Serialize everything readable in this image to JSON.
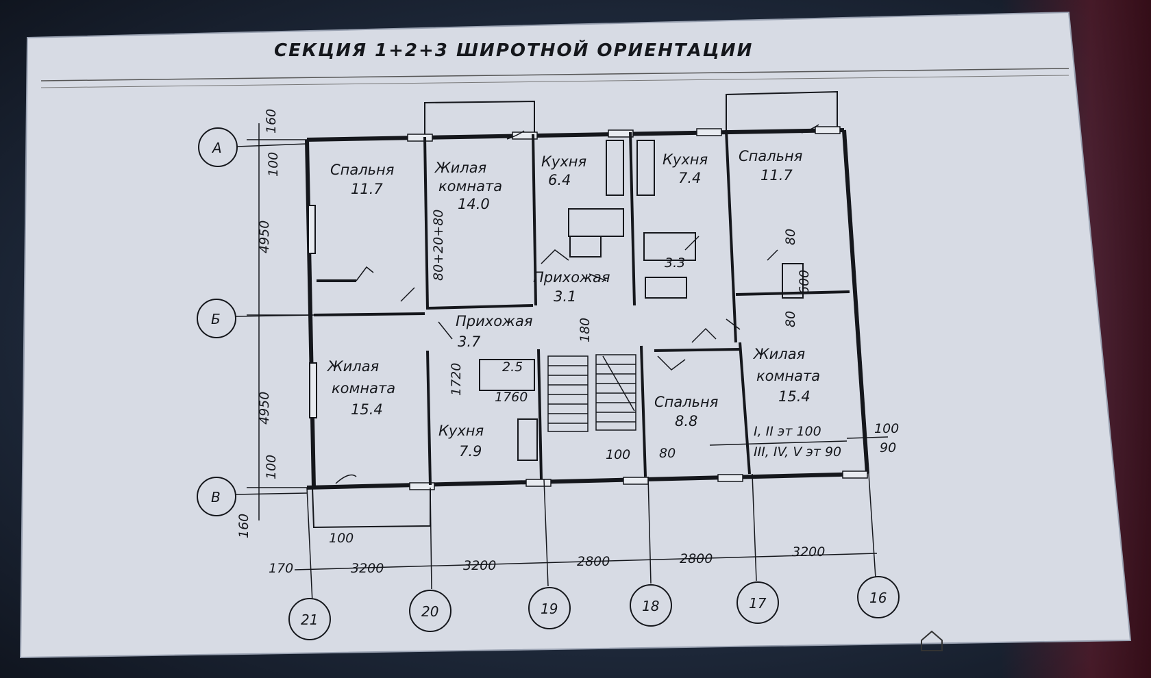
{
  "title": "СЕКЦИЯ 1+2+3 ШИРОТНОЙ ОРИЕНТАЦИИ",
  "axes": {
    "rows": [
      "А",
      "Б",
      "В"
    ],
    "columns": [
      "21",
      "20",
      "19",
      "18",
      "17",
      "16"
    ]
  },
  "rooms": [
    {
      "name": "Спальня",
      "area": "11.7"
    },
    {
      "name": "Жилая комната",
      "area": "14.0"
    },
    {
      "name": "Кухня",
      "area": "6.4"
    },
    {
      "name": "Кухня",
      "area": "7.4"
    },
    {
      "name": "Спальня",
      "area": "11.7"
    },
    {
      "name": "Прихожая",
      "area": "3.1"
    },
    {
      "name": "Прихожая",
      "area": "3.7"
    },
    {
      "name": "Жилая комната",
      "area": "15.4"
    },
    {
      "name": "Кухня",
      "area": "7.9"
    },
    {
      "name": "Спальня",
      "area": "8.8"
    },
    {
      "name": "Жилая комната",
      "area": "15.4"
    }
  ],
  "room_label_parts": {
    "spalnya": "Спальня",
    "zhilaya": "Жилая",
    "komnata": "комната",
    "kuhnya": "Кухня",
    "prihozhaya": "Прихожая"
  },
  "dimensions": {
    "left_top": "160",
    "left_top2": "100",
    "left_span1": "4950",
    "left_span2": "4950",
    "left_bottom": "100",
    "left_bottom2": "160",
    "bottom_spans": [
      "3200",
      "3200",
      "2800",
      "2800",
      "3200"
    ],
    "bottom_left": "170",
    "bottom_left2": "100",
    "inner_80_20_80": "80+20+80",
    "bath_3_3": "3.3",
    "hall_180": "180",
    "wc_2_5": "2.5",
    "bath_1760": "1760",
    "bath_1720": "1720",
    "dim_100_a": "100",
    "dim_80_a": "80",
    "dim_80_b": "80",
    "dim_80_c": "80",
    "dim_600": "600",
    "right_100": "100",
    "right_90": "90",
    "floor_note_1": "I, II эт  100",
    "floor_note_2": "III, IV, V эт  90"
  },
  "colors": {
    "paper": "#d9dde6",
    "ink": "#15171c",
    "background": "#1f2a3c",
    "red_glow": "#6e1928"
  }
}
